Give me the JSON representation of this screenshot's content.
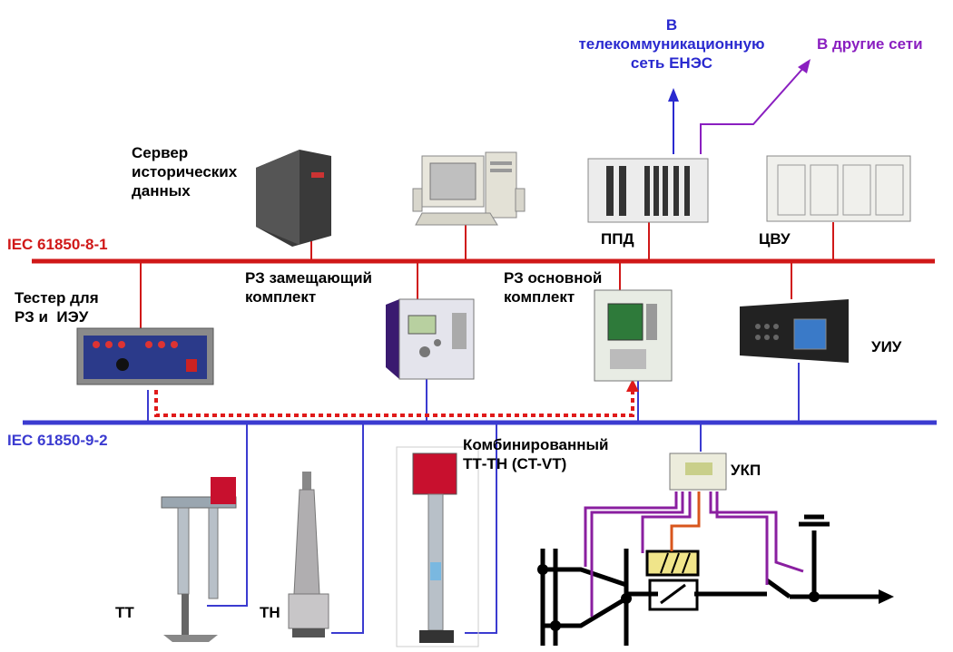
{
  "bus_top": {
    "label": "IEC 61850-8-1",
    "color": "#d01818"
  },
  "bus_bottom": {
    "label": "IEC 61850-9-2",
    "color": "#3b3bd0"
  },
  "labels": {
    "telecom": "В\nтелекоммуникационную\nсеть ЕНЭС",
    "other_nets": "В другие сети",
    "server": "Сервер\nисторических\nданных",
    "ppd": "ППД",
    "cvu": "ЦВУ",
    "tester": "Тестер для\nРЗ и  ИЭУ",
    "rz_reserve": "РЗ замещающий\nкомплект",
    "rz_main": "РЗ основной\nкомплект",
    "uiu": "УИУ",
    "combined": "Комбинированный\nТТ-ТН (CT-VT)",
    "ukp": "УКП",
    "tt": "ТТ",
    "tn": "ТН"
  },
  "colors": {
    "telecom": "#2a2acf",
    "other_nets": "#8a1fc0",
    "link_purple": "#8a1fa0",
    "link_orange": "#d8561c"
  }
}
